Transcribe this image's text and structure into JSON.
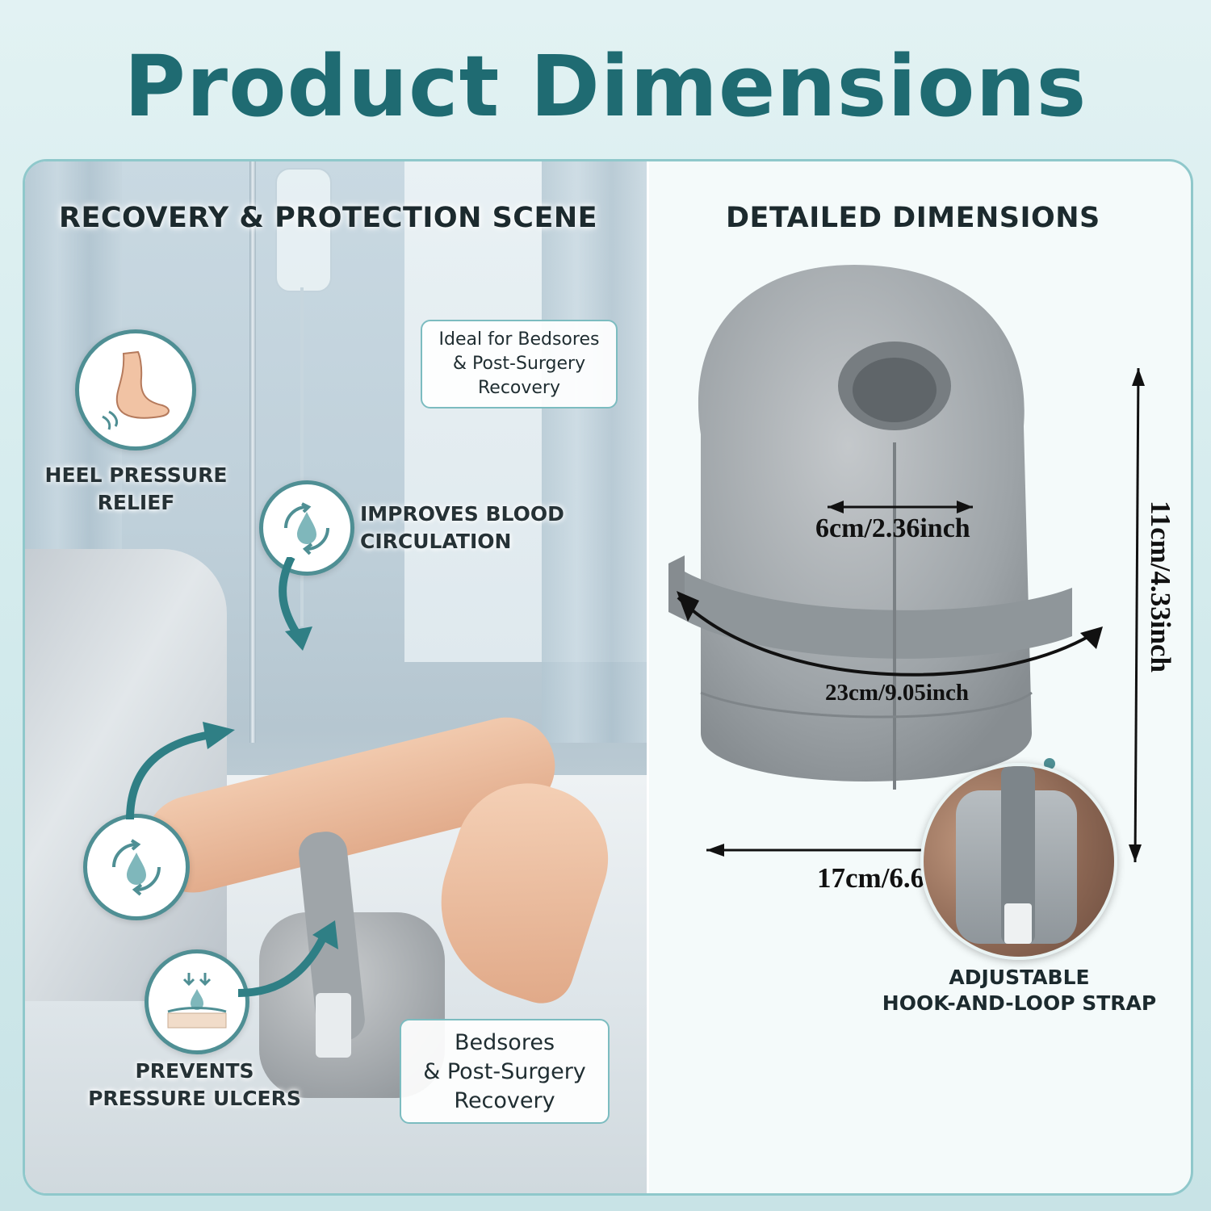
{
  "page_title": "Product Dimensions",
  "left_panel": {
    "heading": "RECOVERY & PROTECTION SCENE",
    "callout_top": [
      "Ideal for Bedsores",
      "& Post-Surgery",
      "Recovery"
    ],
    "callout_bottom": [
      "Bedsores",
      "& Post-Surgery",
      "Recovery"
    ],
    "features": [
      {
        "icon": "foot-icon",
        "label_lines": [
          "HEEL PRESSURE",
          "RELIEF"
        ]
      },
      {
        "icon": "blood-circulation-icon",
        "label_lines": [
          "IMPROVES BLOOD",
          "CIRCULATION"
        ]
      },
      {
        "icon": "circulation-cycle-icon",
        "label_lines": []
      },
      {
        "icon": "skin-layer-icon",
        "label_lines": [
          "PREVENTS",
          "PRESSURE ULCERS"
        ]
      }
    ]
  },
  "right_panel": {
    "heading": "DETAILED DIMENSIONS",
    "dimensions": {
      "hole_diameter": "6cm/2.36inch",
      "circumference": "23cm/9.05inch",
      "width": "17cm/6.69inch",
      "height": "11cm/4.33inch"
    },
    "strap_label_lines": [
      "ADJUSTABLE",
      "HOOK-AND-LOOP STRAP"
    ]
  },
  "colors": {
    "title": "#1f6b72",
    "accent": "#4f8f94",
    "border": "#8fc8cb",
    "background": "#d6ecee"
  }
}
